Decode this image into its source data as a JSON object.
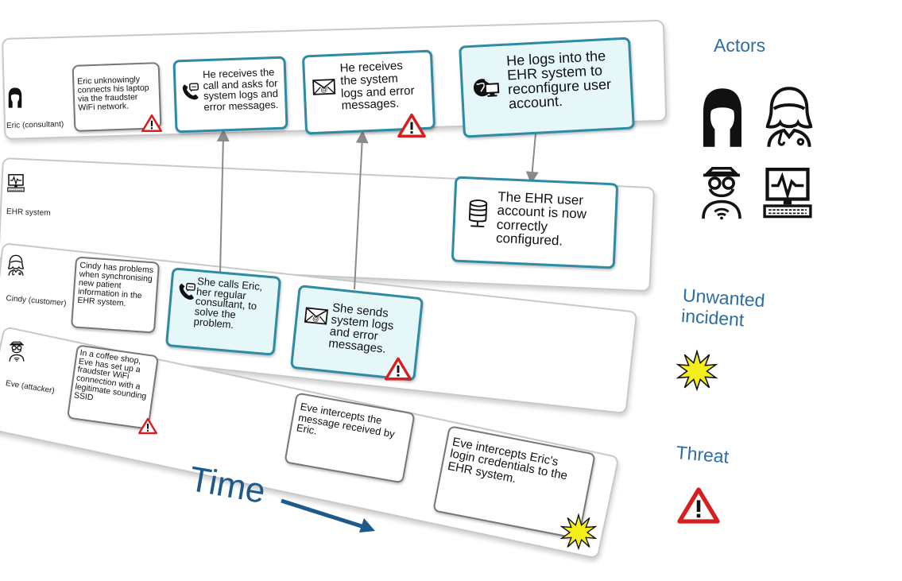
{
  "lanes": [
    {
      "label": "Eric (consultant)",
      "icon": "consultant-icon"
    },
    {
      "label": "EHR system",
      "icon": "monitor-icon"
    },
    {
      "label": "Cindy (customer)",
      "icon": "doctor-icon"
    },
    {
      "label": "Eve (attacker)",
      "icon": "spy-icon"
    }
  ],
  "events": {
    "eric_connect": "Eric unknowingly connects his laptop via the fraudster WiFi network.",
    "eric_receive_call": "He receives the call and asks for system logs and error messages.",
    "eric_receive_logs": "He receives the system logs and error messages.",
    "eric_login": "He logs into the EHR system to reconfigure user account.",
    "ehr_configured": "The EHR user account is now correctly configured.",
    "cindy_problem": "Cindy has problems when synchronising new patient information in the EHR system.",
    "cindy_call": "She calls Eric, her regular consultant, to solve the problem.",
    "cindy_send": "She sends system logs and error messages.",
    "eve_setup": "In a coffee shop, Eve has set up a fraudster WiFi connection with a legitimate sounding SSID",
    "eve_intercept_msg": "Eve intercepts the message received by Eric.",
    "eve_intercept_login": "Eve intercepts Eric's login credentials to the EHR system."
  },
  "axis": {
    "time_label": "Time"
  },
  "legend": {
    "actors_title": "Actors",
    "actor_icons": [
      "consultant-icon",
      "doctor-icon",
      "spy-icon",
      "monitor-icon"
    ],
    "unwanted_title": "Unwanted incident",
    "threat_title": "Threat"
  },
  "colors": {
    "accent_blue": "#2e8ba3",
    "light_fill": "#e6f7fa",
    "threat_red": "#d62020",
    "incident_yellow": "#f4ee1a",
    "time_blue": "#1d5a8c"
  }
}
